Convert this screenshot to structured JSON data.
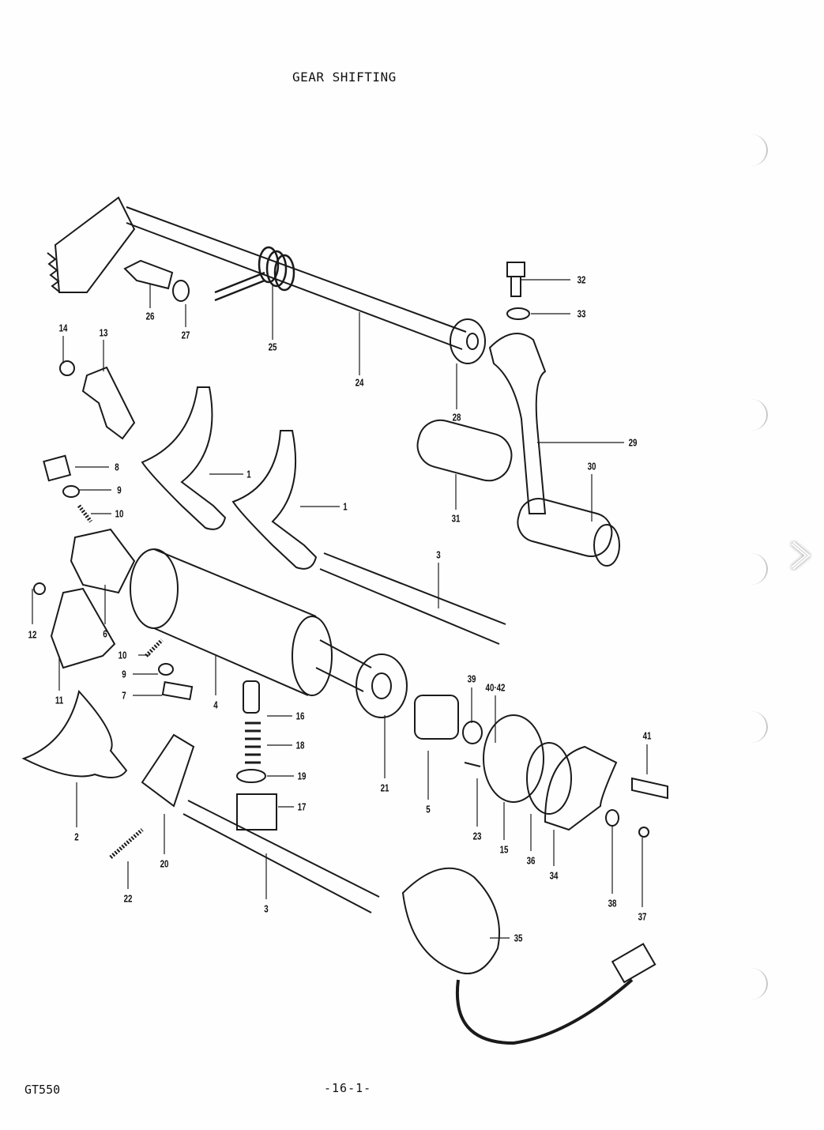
{
  "title": "GEAR SHIFTING",
  "footer": {
    "model": "GT550",
    "page": "-16-1-"
  },
  "callouts": [
    "14",
    "13",
    "26",
    "27",
    "25",
    "24",
    "32",
    "33",
    "28",
    "29",
    "30",
    "31",
    "8",
    "9",
    "10",
    "1",
    "1",
    "3",
    "12",
    "6",
    "10",
    "9",
    "7",
    "11",
    "4",
    "16",
    "18",
    "19",
    "17",
    "21",
    "5",
    "39",
    "40·42",
    "41",
    "23",
    "15",
    "36",
    "34",
    "38",
    "37",
    "2",
    "20",
    "22",
    "3",
    "35"
  ],
  "navigation": {
    "next_icon": "chevron-right-icon"
  }
}
